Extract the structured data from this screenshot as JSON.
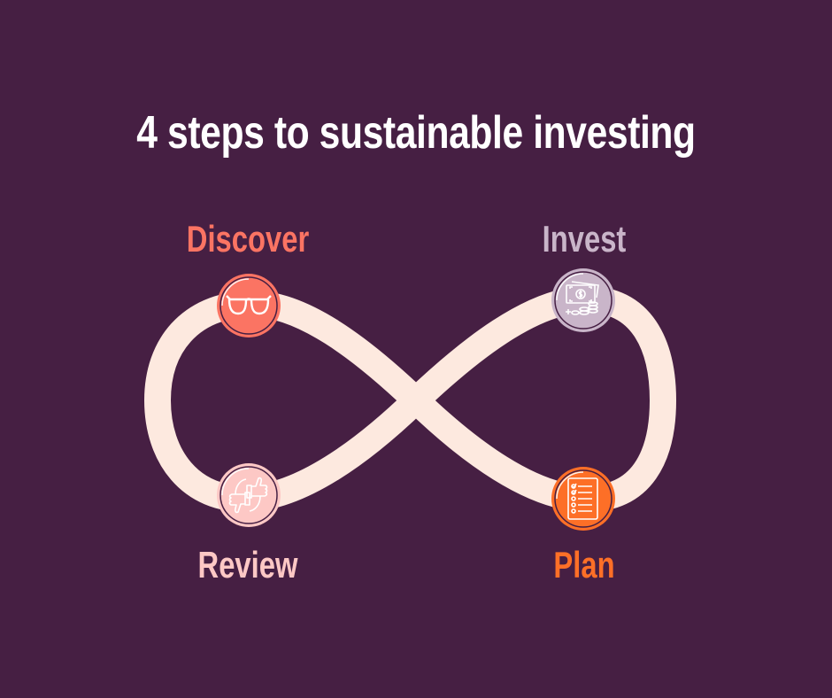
{
  "title": "4 steps to sustainable investing",
  "colors": {
    "background": "#461f43",
    "loop": "#fde9df",
    "discover": "#fb7463",
    "invest": "#c9b5c9",
    "review": "#fdc8c5",
    "plan": "#fd6f27"
  },
  "steps": [
    {
      "label": "Discover",
      "icon": "glasses-icon",
      "color": "#fb7463"
    },
    {
      "label": "Invest",
      "icon": "money-coins-icon",
      "color": "#c9b5c9"
    },
    {
      "label": "Review",
      "icon": "thumbs-up-down-icon",
      "color": "#fdc8c5"
    },
    {
      "label": "Plan",
      "icon": "checklist-icon",
      "color": "#fd6f27"
    }
  ]
}
